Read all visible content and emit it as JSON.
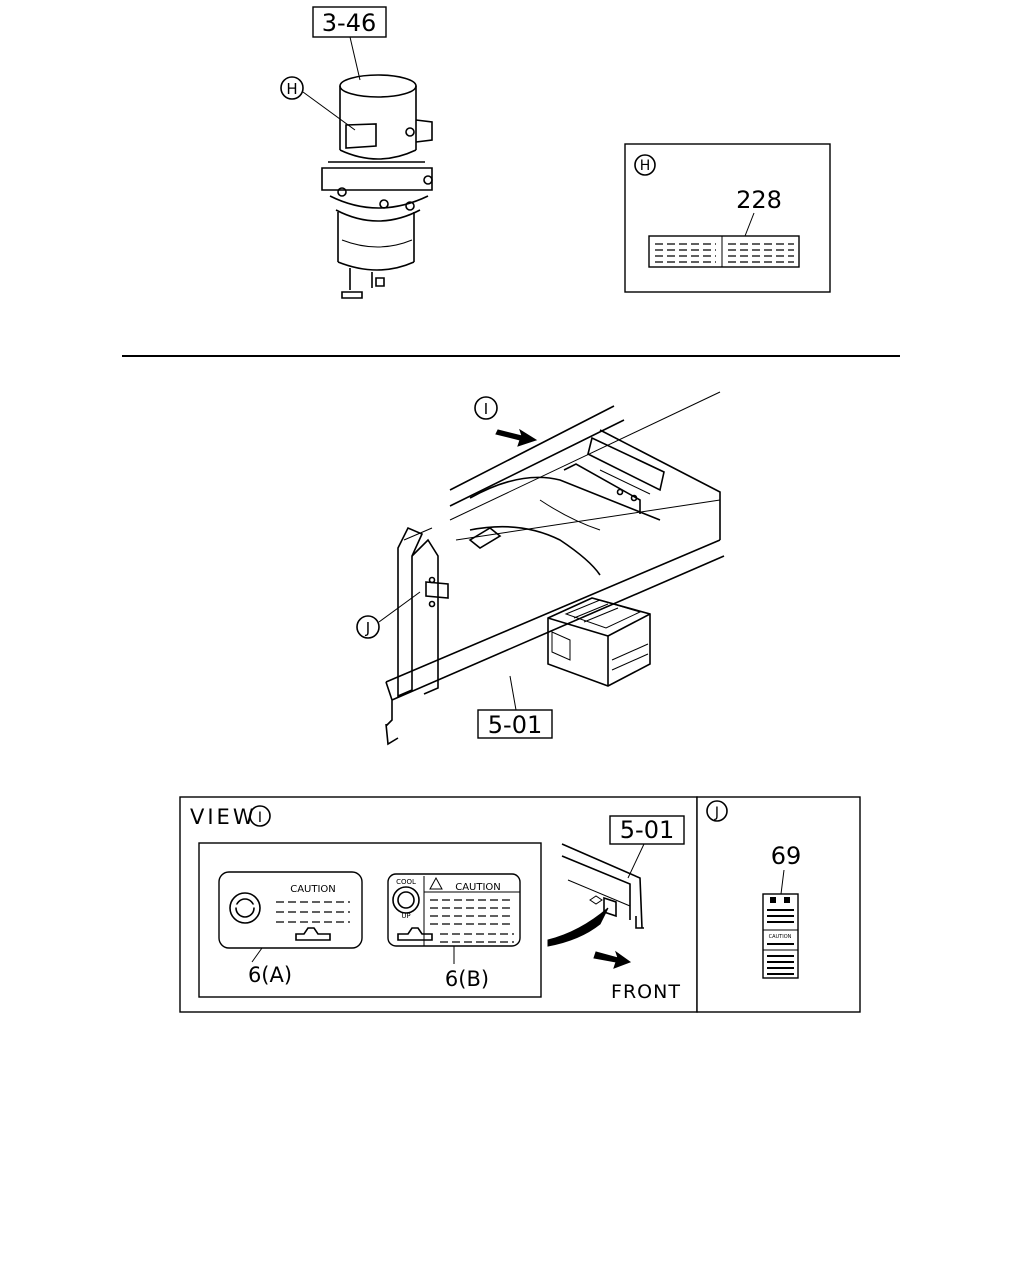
{
  "top_section": {
    "ref_3_46": "3-46",
    "callout_h": "H",
    "detail_h": {
      "marker": "H",
      "part_number": "228"
    }
  },
  "middle_section": {
    "callout_i": "I",
    "callout_j": "J",
    "ref_5_01": "5-01"
  },
  "bottom_section": {
    "view_label": "VIEW",
    "view_marker": "I",
    "label_a": {
      "heading": "CAUTION",
      "part_number": "6(A)"
    },
    "label_b": {
      "heading": "CAUTION",
      "part_number": "6(B)"
    },
    "ref_5_01": "5-01",
    "front_label": "FRONT",
    "detail_j": {
      "marker": "J",
      "part_number": "69",
      "sticker_heading": "CAUTION"
    }
  }
}
